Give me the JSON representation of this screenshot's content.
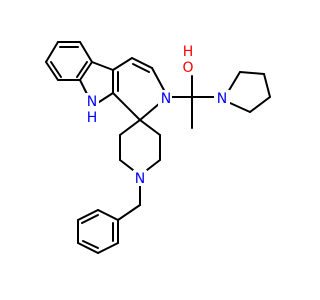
{
  "molecule": {
    "atoms": {
      "nh_nitrogen": {
        "label": "N",
        "element": "N"
      },
      "nh_hydrogen": {
        "label": "H",
        "element": "N"
      },
      "ring_nitrogen": {
        "label": "N",
        "element": "N"
      },
      "hydroxyl_o": {
        "label": "O",
        "element": "O"
      },
      "hydroxyl_h": {
        "label": "H",
        "element": "O"
      },
      "pyrrolidine_n": {
        "label": "N",
        "element": "N"
      },
      "piperidine_n": {
        "label": "N",
        "element": "N"
      }
    }
  },
  "colors": {
    "bond": "#000000",
    "nitrogen": "#0000ff",
    "oxygen": "#ff0000",
    "background": "#ffffff"
  }
}
